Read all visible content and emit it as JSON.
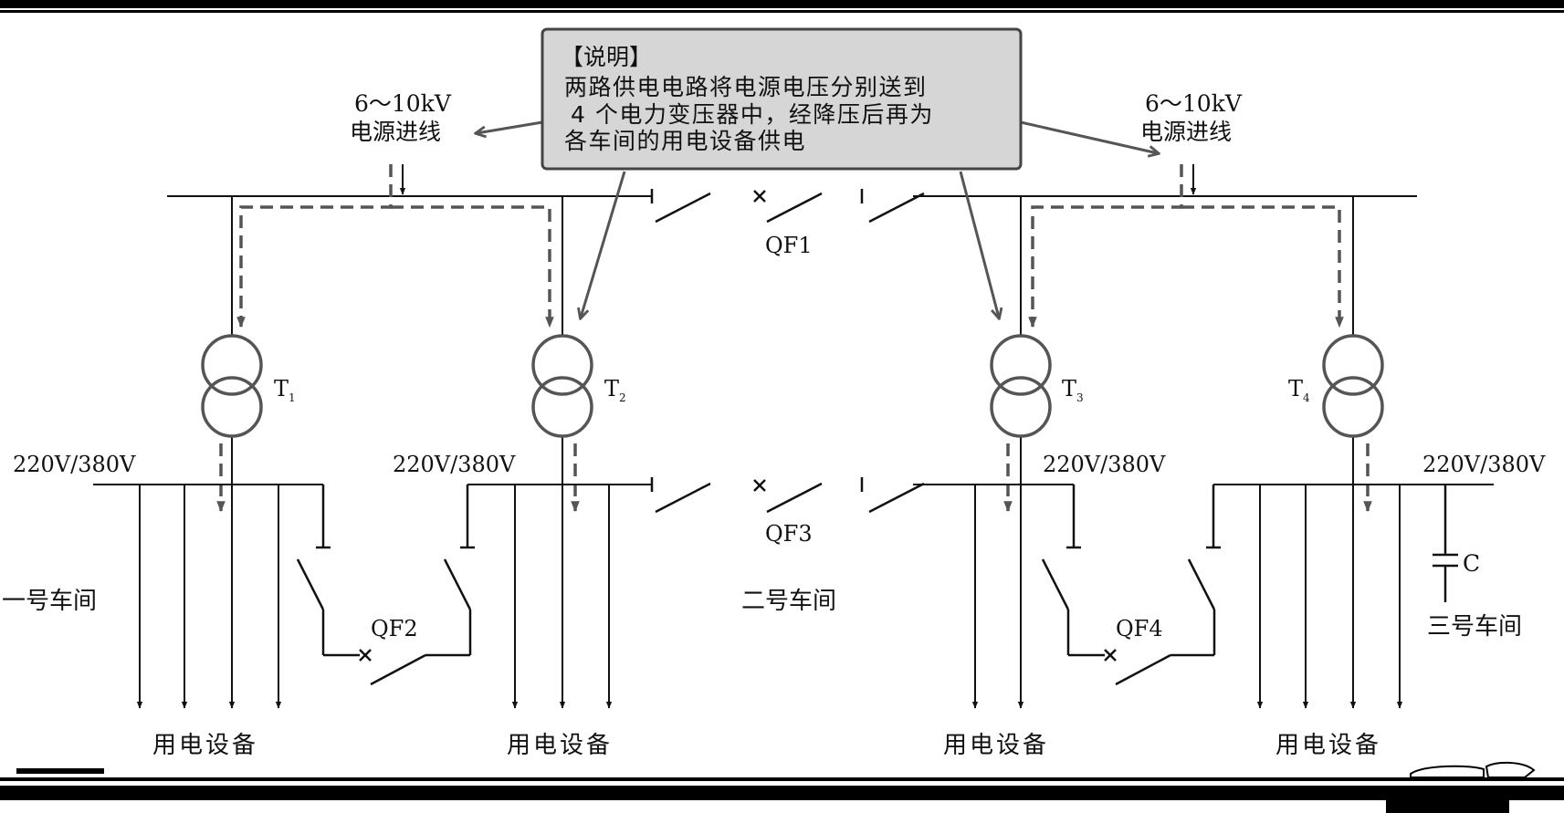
{
  "note": {
    "title": "【说明】",
    "lines": [
      "两路供电电路将电源电压分别送到",
      "4 个电力变压器中，经降压后再为",
      "各车间的用电设备供电"
    ]
  },
  "incoming": {
    "left": {
      "voltage": "6～10kV",
      "label": "电源进线"
    },
    "right": {
      "voltage": "6～10kV",
      "label": "电源进线"
    }
  },
  "transformers": [
    {
      "name": "T",
      "sub": "1"
    },
    {
      "name": "T",
      "sub": "2"
    },
    {
      "name": "T",
      "sub": "3"
    },
    {
      "name": "T",
      "sub": "4"
    }
  ],
  "low_voltage": [
    "220V/380V",
    "220V/380V",
    "220V/380V",
    "220V/380V"
  ],
  "breakers": {
    "qf1": "QF1",
    "qf2": "QF2",
    "qf3": "QF3",
    "qf4": "QF4"
  },
  "capacitor": "C",
  "workshops": {
    "one": "一号车间",
    "two": "二号车间",
    "three": "三号车间"
  },
  "equipment": [
    "用电设备",
    "用电设备",
    "用电设备",
    "用电设备"
  ],
  "colors": {
    "line": "#111111",
    "arrow": "#555555",
    "note_bg": "#d6d6d6"
  }
}
